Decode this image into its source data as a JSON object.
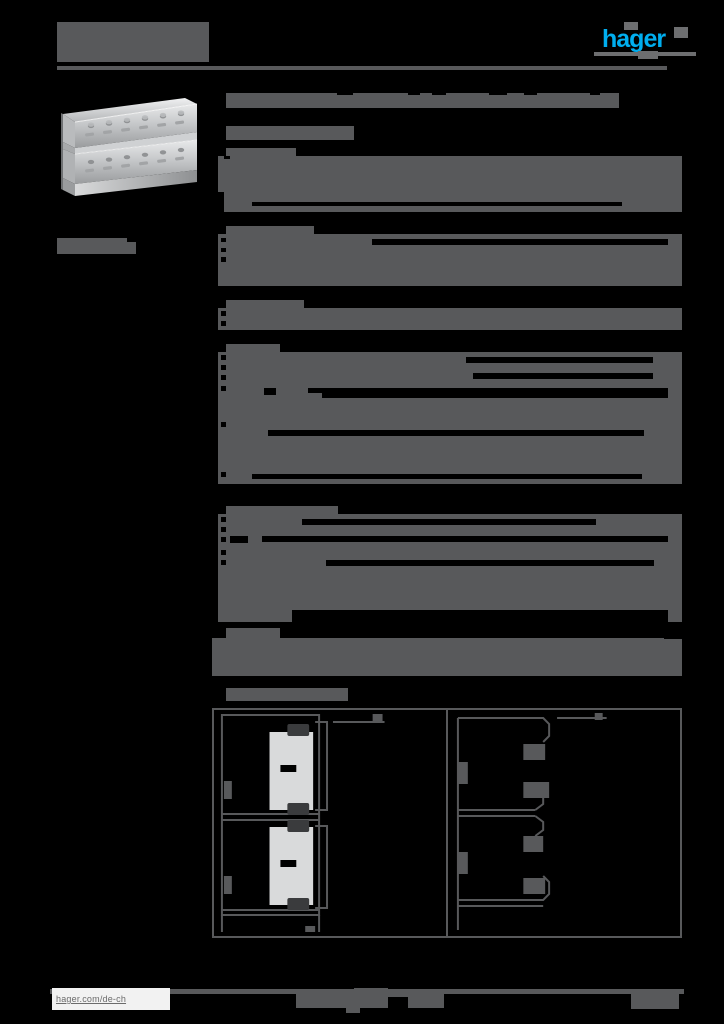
{
  "document": {
    "kind": "product-datasheet",
    "brand": "hager",
    "brand_color": "#00AEEF",
    "page_background": "#000000",
    "redaction_color": "#58595B",
    "title_redacted": true,
    "title_placeholder": ""
  },
  "header": {
    "title_block_label": "",
    "rule_visible": true,
    "logo": {
      "name": "hager",
      "text": "hager",
      "color": "#00AEEF"
    }
  },
  "left_column": {
    "product_image": {
      "alt": "perforated metal mounting rail profile",
      "visible": true
    },
    "catalog_label": ""
  },
  "main": {
    "product_heading": "",
    "subheading": "",
    "sections": [
      {
        "id": "section-1",
        "heading": "",
        "rows": [
          {
            "label": "",
            "value": ""
          },
          {
            "label": "",
            "value": ""
          },
          {
            "label": "",
            "value": ""
          }
        ]
      },
      {
        "id": "section-2",
        "heading": "",
        "rows": [
          {
            "label": "",
            "value": ""
          },
          {
            "label": "",
            "value": ""
          },
          {
            "label": "",
            "value": ""
          }
        ]
      },
      {
        "id": "section-3",
        "heading": "",
        "rows": [
          {
            "label": "",
            "value": ""
          }
        ]
      },
      {
        "id": "section-4",
        "heading": "",
        "rows": [
          {
            "label": "",
            "value": ""
          },
          {
            "label": "",
            "value": ""
          },
          {
            "label": "",
            "value": ""
          },
          {
            "label": "",
            "value": ""
          },
          {
            "label": "",
            "value": ""
          },
          {
            "label": "",
            "value": ""
          }
        ]
      },
      {
        "id": "section-5",
        "heading": "",
        "rows": [
          {
            "label": "",
            "value": ""
          },
          {
            "label": "",
            "value": ""
          },
          {
            "label": "",
            "value": ""
          },
          {
            "label": "",
            "value": ""
          }
        ]
      },
      {
        "id": "section-6",
        "heading": "",
        "rows": [
          {
            "label": "",
            "value": ""
          }
        ]
      }
    ],
    "drawings_heading": ""
  },
  "drawings": {
    "panes": [
      {
        "id": "drawing-front-view",
        "caption": ""
      },
      {
        "id": "drawing-side-view",
        "caption": ""
      }
    ]
  },
  "footer": {
    "url": "hager.com/de-ch",
    "center_note": "",
    "page_number": ""
  }
}
